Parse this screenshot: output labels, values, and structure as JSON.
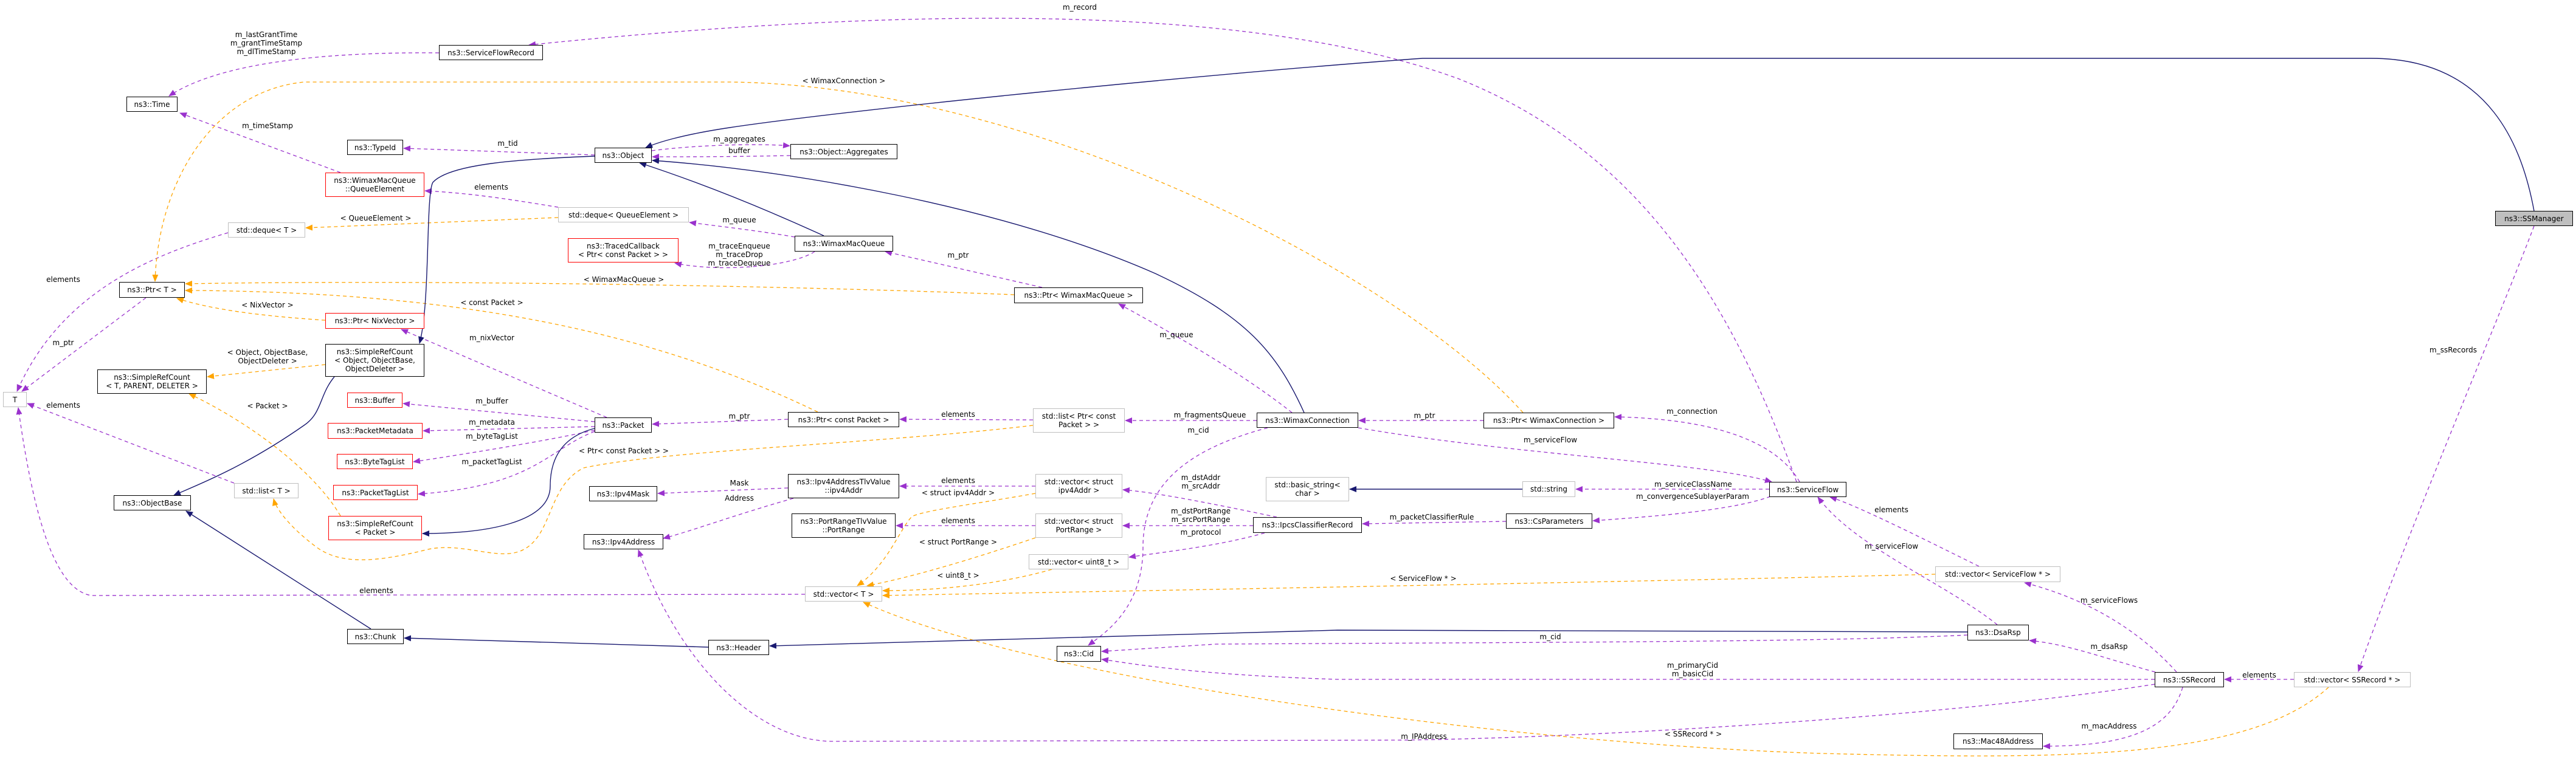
{
  "colors": {
    "inheritance": "#191970",
    "usage": "#9a32cd",
    "template": "#ffa500",
    "undocumented_border": "#ff0000",
    "external_border": "#bfbfbf",
    "focus_fill": "#bfbfbf"
  },
  "nodes": {
    "time": "ns3::Time",
    "typeid": "ns3::TypeId",
    "queue_element": "ns3::WimaxMacQueue\n::QueueElement",
    "service_flow_record": "ns3::ServiceFlowRecord",
    "object": "ns3::Object",
    "aggregates": "ns3::Object::Aggregates",
    "deque_t": "std::deque< T >",
    "deque_qe": "std::deque< QueueElement >",
    "traced_callback": "ns3::TracedCallback\n< Ptr< const Packet > >",
    "wimax_mac_queue": "ns3::WimaxMacQueue",
    "ptr_wmq": "ns3::Ptr< WimaxMacQueue >",
    "ptr_t": "ns3::Ptr< T >",
    "ptr_nix": "ns3::Ptr< NixVector >",
    "src_object": "ns3::SimpleRefCount\n< Object, ObjectBase,\n ObjectDeleter >",
    "src_tpd": "ns3::SimpleRefCount\n< T, PARENT, DELETER >",
    "t": "T",
    "buffer": "ns3::Buffer",
    "packet_metadata": "ns3::PacketMetadata",
    "byte_tag_list": "ns3::ByteTagList",
    "packet_tag_list": "ns3::PacketTagList",
    "list_t": "std::list< T >",
    "object_base": "ns3::ObjectBase",
    "src_packet": "ns3::SimpleRefCount\n< Packet >",
    "packet": "ns3::Packet",
    "ipv4_mask": "ns3::Ipv4Mask",
    "ipv4_address": "ns3::Ipv4Address",
    "chunk": "ns3::Chunk",
    "header": "ns3::Header",
    "ptr_cp": "ns3::Ptr< const Packet >",
    "list_ptr_cp": "std::list< Ptr< const\n Packet > >",
    "ipv4_tlv": "ns3::Ipv4AddressTlvValue\n::ipv4Addr",
    "vec_ipv4": "std::vector< struct\n ipv4Addr >",
    "portrange_tlv": "ns3::PortRangeTlvValue\n::PortRange",
    "vec_portrange": "std::vector< struct\n PortRange >",
    "vec_uint8": "std::vector< uint8_t >",
    "vec_t": "std::vector< T >",
    "cid": "ns3::Cid",
    "wimax_connection": "ns3::WimaxConnection",
    "ptr_wc": "ns3::Ptr< WimaxConnection >",
    "basic_string": "std::basic_string<\n char >",
    "std_string": "std::string",
    "ipcs": "ns3::IpcsClassifierRecord",
    "cs_params": "ns3::CsParameters",
    "service_flow": "ns3::ServiceFlow",
    "vec_sf": "std::vector< ServiceFlow * >",
    "dsa_rsp": "ns3::DsaRsp",
    "ss_record": "ns3::SSRecord",
    "vec_ssr": "std::vector< SSRecord * >",
    "mac48": "ns3::Mac48Address",
    "ss_manager": "ns3::SSManager"
  },
  "edge_labels": [
    "m_lastGrantTime\nm_grantTimeStamp\nm_dlTimeStamp",
    "m_record",
    "< WimaxConnection >",
    "m_timeStamp",
    "m_tid",
    "m_aggregates",
    "buffer",
    "elements",
    "< QueueElement >",
    "m_queue",
    "m_traceEnqueue\nm_traceDrop\nm_traceDequeue",
    "m_ptr",
    "elements",
    "< WimaxMacQueue >",
    "< NixVector >",
    "< const Packet >",
    "m_nixVector",
    "m_ptr",
    "< Object, ObjectBase,\nObjectDeleter >",
    "m_queue",
    "m_buffer",
    "elements",
    "< Packet >",
    "m_ptr",
    "elements",
    "m_fragmentsQueue",
    "m_ptr",
    "m_metadata",
    "m_cid",
    "m_byteTagList",
    "m_serviceFlow",
    "m_connection",
    "< Ptr< const Packet > >",
    "m_packetTagList",
    "Mask",
    "Address",
    "elements",
    "< struct ipv4Addr >",
    "m_dstAddr\nm_srcAddr",
    "m_serviceClassName",
    "m_convergenceSublayerParam",
    "elements",
    "m_packetClassifierRule",
    "elements",
    "m_dstPortRange\nm_srcPortRange",
    "m_protocol",
    "< struct PortRange >",
    "m_serviceFlow",
    "< uint8_t >",
    "< ServiceFlow * >",
    "elements",
    "m_serviceFlows",
    "m_cid",
    "m_dsaRsp",
    "m_primaryCid\nm_basicCid",
    "elements",
    "m_macAddress",
    "< SSRecord * >",
    "m_IPAddress",
    "m_ssRecords"
  ]
}
